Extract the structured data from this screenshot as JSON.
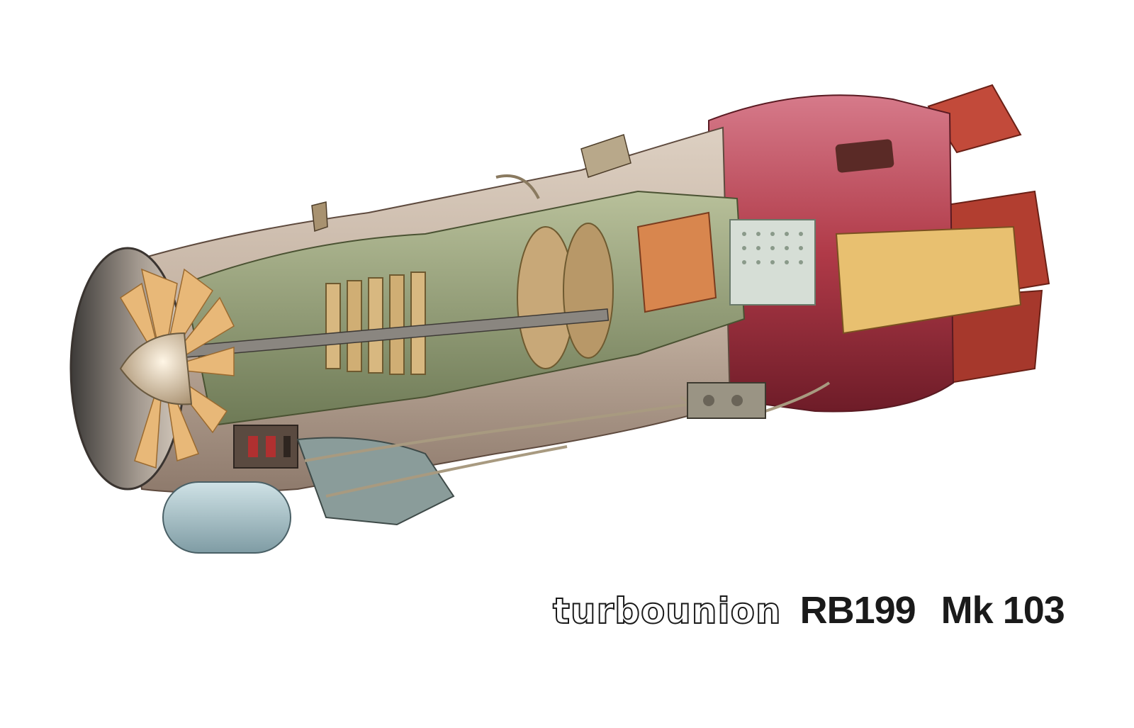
{
  "caption": {
    "brand": "turbounion",
    "model": "RB199",
    "variant": "Mk 103"
  },
  "colors": {
    "background": "#ffffff",
    "casing_metal": "#c9b9a8",
    "fan_blades": "#e8b878",
    "afterburner": "#b03a48",
    "nozzle": "#c24a3a",
    "core_green": "#9aa87a",
    "combustor_orange": "#d8864e",
    "oil_tank": "#a8c4cc",
    "caption_text": "#1a1a1a"
  },
  "icons": {
    "engine": "jet-engine-cutaway-illustration"
  }
}
